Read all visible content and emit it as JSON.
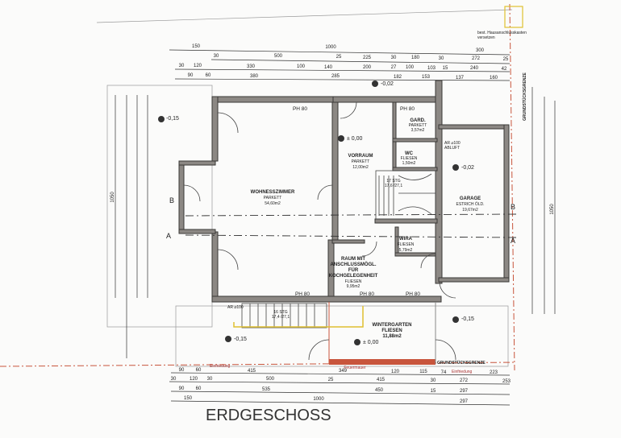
{
  "title": "ERDGESCHOSS",
  "note": {
    "line1": "best. Hausanschlusskasten",
    "line2": "versetzen"
  },
  "property_line": "GRUNDSTÜCKSGRENZE",
  "rooms": [
    {
      "name": "WOHNESSZIMMER",
      "floor": "PARKETT",
      "area": "54,60m2"
    },
    {
      "name": "VORRAUM",
      "floor": "PARKETT",
      "area": "12,00m2"
    },
    {
      "name": "GARD.",
      "floor": "PARKETT",
      "area": "3,57m2"
    },
    {
      "name": "WC",
      "floor": "FLIESEN",
      "area": "1,50m2"
    },
    {
      "name": "GARAGE",
      "floor": "ESTRICH ÖLD.",
      "area": "19,67m2"
    },
    {
      "name": "WIRA",
      "floor": "FLIESEN",
      "area": "5,79m2"
    },
    {
      "name1": "RAUM MIT",
      "name2": "ANSCHLUSSMÖGL.",
      "name3": "FÜR",
      "name4": "KOCHGELEGENHEIT",
      "floor": "FLIESEN",
      "area": "9,95m2"
    },
    {
      "name": "WINTERGARTEN",
      "floor": "FLIESEN",
      "area": "11,88m2"
    }
  ],
  "levels": [
    "-0,15",
    "± 0,00",
    "-0,02",
    "-0,02",
    "-0,15",
    "-0,15",
    "± 0,00"
  ],
  "ph_labels": [
    "PH 80",
    "PH 80",
    "PH 80",
    "PH 80",
    "PH 80"
  ],
  "annotations": {
    "ar_garage": "AR ⌀100",
    "abluft": "ABLUFT",
    "ar_stair": "AR ⌀100",
    "stair_upper": "17 STG",
    "stair_upper_dim": "17,6 /27,1",
    "stair_lower": "16 STG",
    "stair_lower_dim": "17,4 /27,1",
    "einfriedung_left": "Einfriedung",
    "einfriedung_right": "Einfriedung",
    "feuermauer": "Feuermauer"
  },
  "sections": {
    "a": "A",
    "b": "B"
  },
  "dimensions": {
    "top": [
      [
        "150",
        "1000",
        "300"
      ],
      [
        "30",
        "500",
        "25",
        "225",
        "30",
        "180",
        "30",
        "272",
        "25"
      ],
      [
        "30",
        "120",
        "330",
        "100",
        "140",
        "200",
        "27",
        "100",
        "103",
        "15",
        "240",
        "42"
      ],
      [
        "90",
        "60",
        "380",
        "285",
        "182",
        "153",
        "137",
        "160"
      ]
    ],
    "bottom": [
      [
        "90",
        "60",
        "415",
        "349",
        "120",
        "115",
        "74",
        "223"
      ],
      [
        "30",
        "120",
        "30",
        "500",
        "25",
        "415",
        "30",
        "272",
        "253"
      ],
      [
        "90",
        "60",
        "535",
        "450",
        "15",
        "297"
      ],
      [
        "150",
        "1000",
        "297"
      ]
    ],
    "left_total": "1050",
    "right_total": "1050"
  }
}
